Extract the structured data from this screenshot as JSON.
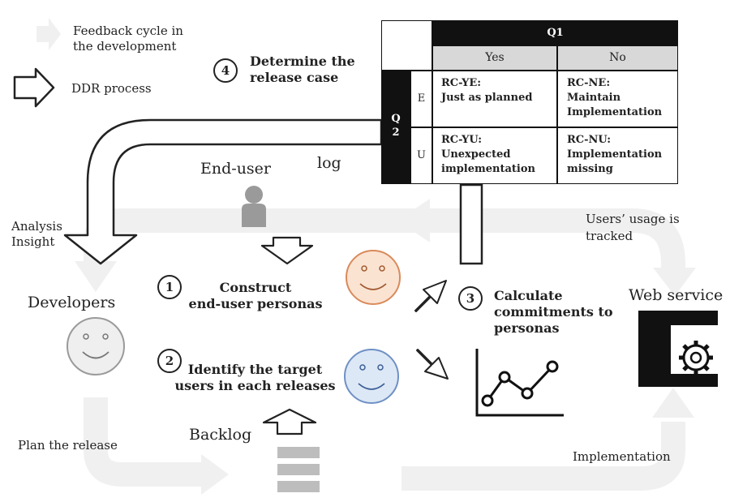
{
  "legend": {
    "feedback_label_line1": "Feedback cycle in",
    "feedback_label_line2": "the development",
    "ddr_label": "DDR process"
  },
  "steps": {
    "step1": {
      "number": "1",
      "line1": "Construct",
      "line2": "end-user personas"
    },
    "step2": {
      "number": "2",
      "line1": "Identify the target",
      "line2": "users in each releases"
    },
    "step3": {
      "number": "3",
      "line1": "Calculate",
      "line2": "commitments to",
      "line3": "personas"
    },
    "step4": {
      "number": "4",
      "line1": "Determine the",
      "line2": "release case"
    }
  },
  "labels": {
    "end_user": "End-user",
    "log": "log",
    "analysis_line1": "Analysis",
    "analysis_line2": "Insight",
    "developers": "Developers",
    "plan_release": "Plan the release",
    "backlog": "Backlog",
    "implementation": "Implementation",
    "web_service": "Web service",
    "usage_line1": "Users’ usage is",
    "usage_line2": "tracked"
  },
  "table": {
    "q1": "Q1",
    "q2_line1": "Q",
    "q2_line2": "2",
    "col_yes": "Yes",
    "col_no": "No",
    "row_e": "E",
    "row_u": "U",
    "ye_line1": "RC-YE:",
    "ye_line2": "Just as planned",
    "ne_line1": "RC-NE:",
    "ne_line2": "Maintain",
    "ne_line3": "Implementation",
    "yu_line1": "RC-YU:",
    "yu_line2": "Unexpected",
    "yu_line3": "implementation",
    "nu_line1": "RC-NU:",
    "nu_line2": "Implementation",
    "nu_line3": "missing"
  },
  "colors": {
    "feedback_arrow": "#f0f0f0",
    "persona_orange": "#fbe3d2",
    "persona_orange_stroke": "#d98a5a",
    "persona_blue": "#dde8f6",
    "persona_blue_stroke": "#6f90c4",
    "developer_face": "#efefef",
    "developer_face_stroke": "#9a9a9a",
    "backlog_bars": "#bdbdbd",
    "table_header": "#d8d8d8",
    "dark": "#111111"
  }
}
